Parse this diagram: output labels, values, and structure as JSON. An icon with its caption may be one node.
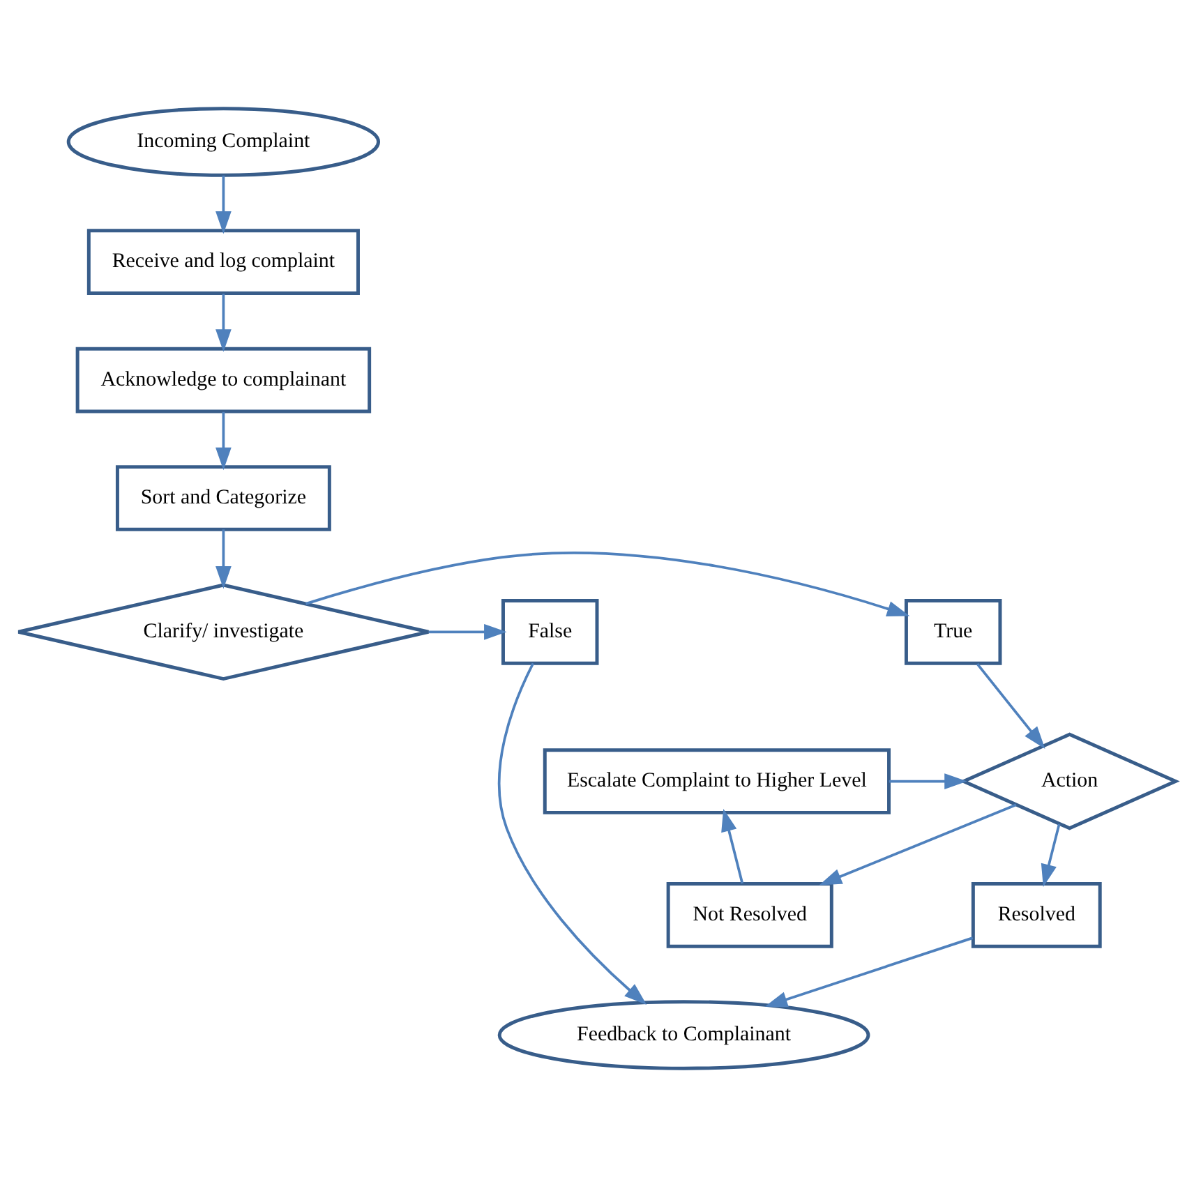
{
  "diagram": {
    "nodes": [
      {
        "text": [
          "Incoming Complaint"
        ]
      },
      {
        "text": [
          "Receive and log complaint"
        ]
      },
      {
        "text": [
          "Acknowledge to complainant"
        ]
      },
      {
        "text": [
          "Sort and Categorize"
        ]
      },
      {
        "text": [
          "Clarify/ investigate"
        ]
      },
      {
        "text": [
          "True"
        ]
      },
      {
        "text": [
          "False"
        ]
      },
      {
        "text": [
          "Action"
        ]
      },
      {
        "text": [
          "Escalate Complaint to Higher Level"
        ]
      },
      {
        "text": [
          "Resolved"
        ]
      },
      {
        "text": [
          "Not Resolved"
        ]
      },
      {
        "text": [
          "Feedback to Complainant"
        ]
      }
    ],
    "edges": [
      {
        "from": 0,
        "to": 1,
        "arrow": "to"
      },
      {
        "from": 1,
        "to": 2,
        "arrow": "to"
      },
      {
        "from": 2,
        "to": 3,
        "arrow": "to"
      },
      {
        "from": 3,
        "to": 4,
        "arrow": "to"
      },
      {
        "from": 4,
        "to": 5,
        "arrow": "to"
      },
      {
        "from": 4,
        "to": 6,
        "arrow": "to"
      },
      {
        "from": 5,
        "to": 7,
        "arrow": "to"
      },
      {
        "from": 8,
        "to": 7,
        "arrow": "to"
      },
      {
        "from": 7,
        "to": 9,
        "arrow": "to"
      },
      {
        "from": 7,
        "to": 10,
        "arrow": "to"
      },
      {
        "from": 10,
        "to": 8,
        "arrow": "to"
      },
      {
        "from": 9,
        "to": 11,
        "arrow": "to"
      },
      {
        "from": 6,
        "to": 11,
        "arrow": "to"
      }
    ]
  }
}
